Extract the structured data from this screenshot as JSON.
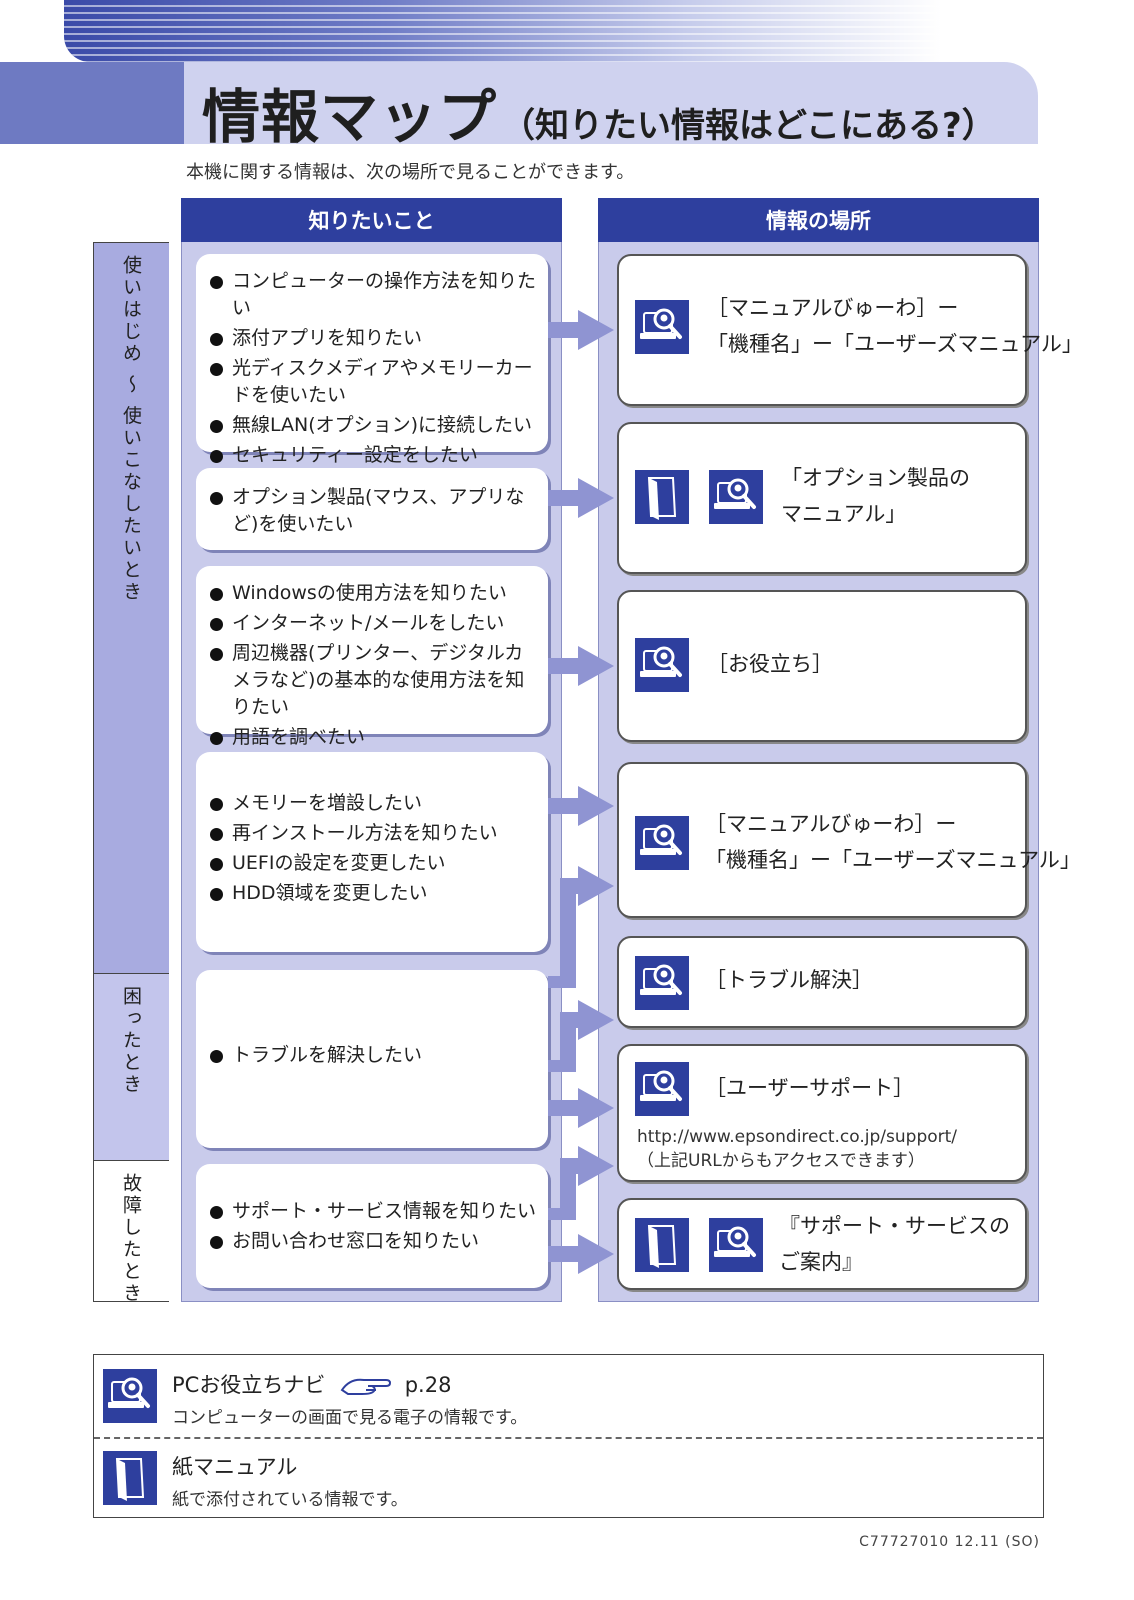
{
  "header": {
    "title_main": "情報マップ",
    "title_sub": "（知りたい情報はどこにある?）"
  },
  "intro": "本機に関する情報は、次の場所で見ることができます。",
  "columns": {
    "left": "知りたいこと",
    "right": "情報の場所"
  },
  "side_labels": {
    "start": "使いはじめ ～ 使いこなしたいとき",
    "trouble": "困ったとき",
    "failure": "故障したとき"
  },
  "questions": [
    {
      "items": [
        "コンピューターの操作方法を知りたい",
        "添付アプリを知りたい",
        "光ディスクメディアやメモリーカードを使いたい",
        "無線LAN(オプション)に接続したい",
        "セキュリティー設定をしたい"
      ]
    },
    {
      "items": [
        "オプション製品(マウス、アプリなど)を使いたい"
      ]
    },
    {
      "items": [
        "Windowsの使用方法を知りたい",
        "インターネット/メールをしたい",
        "周辺機器(プリンター、デジタルカメラなど)の基本的な使用方法を知りたい",
        "用語を調べたい"
      ]
    },
    {
      "items": [
        "メモリーを増設したい",
        "再インストール方法を知りたい",
        "UEFIの設定を変更したい",
        "HDD領域を変更したい"
      ]
    },
    {
      "items": [
        "トラブルを解決したい"
      ]
    },
    {
      "items": [
        "サポート・サービス情報を知りたい",
        "お問い合わせ窓口を知りたい"
      ]
    }
  ],
  "answers": [
    {
      "text": "［マニュアルびゅーわ］ー\n「機種名」ー「ユーザーズマニュアル」",
      "icons": [
        "pc-navi-icon"
      ]
    },
    {
      "text": "「オプション製品の\nマニュアル」",
      "icons": [
        "paper-manual-icon",
        "pc-navi-icon"
      ]
    },
    {
      "text": "［お役立ち］",
      "icons": [
        "pc-navi-icon"
      ]
    },
    {
      "text": "［マニュアルびゅーわ］ー\n「機種名」ー「ユーザーズマニュアル」",
      "icons": [
        "pc-navi-icon"
      ]
    },
    {
      "text": "［トラブル解決］",
      "icons": [
        "pc-navi-icon"
      ]
    },
    {
      "text": "［ユーザーサポート］",
      "url": "http://www.epsondirect.co.jp/support/",
      "url_note": "（上記URLからもアクセスできます）",
      "icons": [
        "pc-navi-icon"
      ]
    },
    {
      "text": "『サポート・サービスの\nご案内』",
      "icons": [
        "paper-manual-icon",
        "pc-navi-icon"
      ]
    }
  ],
  "legend": {
    "navi_title": "PCお役立ちナビ",
    "navi_page": "p.28",
    "navi_desc": "コンピューターの画面で見る電子の情報です。",
    "paper_title": "紙マニュアル",
    "paper_desc": "紙で添付されている情報です。"
  },
  "code": "C77727010 12.11 (SO)",
  "colors": {
    "primary": "#2e3f9e",
    "panel": "#c9cbeb",
    "arrow": "#8f94d2"
  }
}
